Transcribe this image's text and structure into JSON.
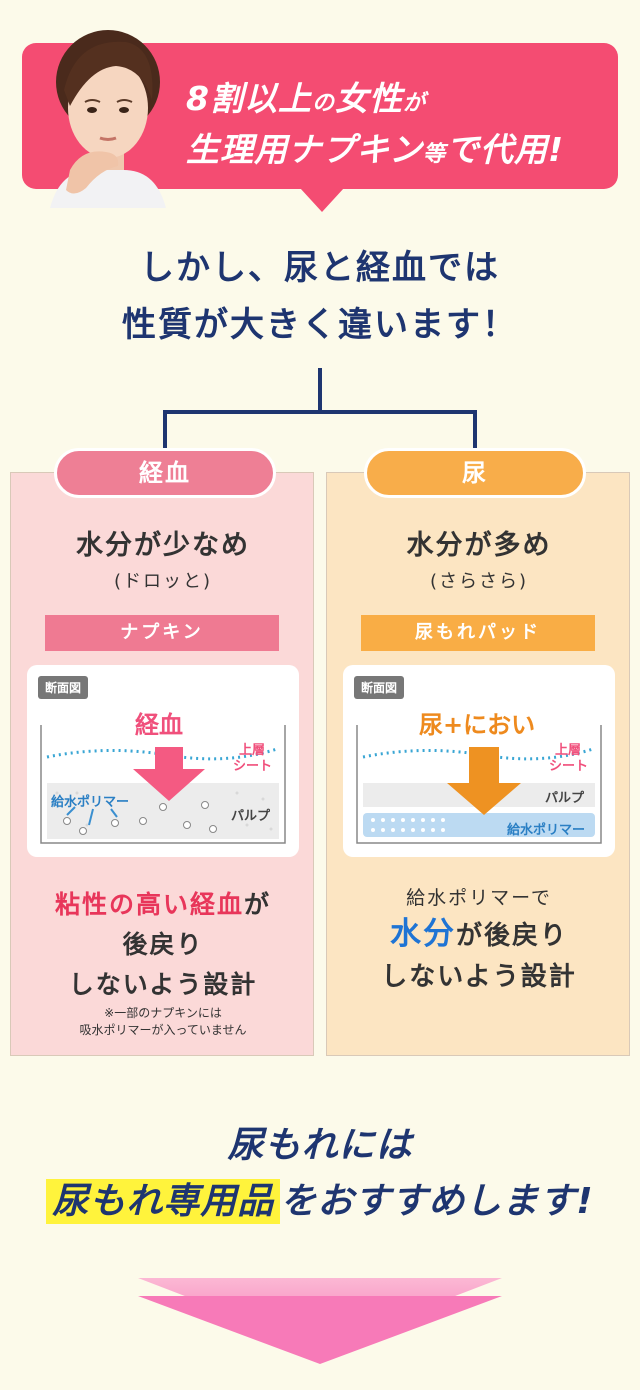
{
  "banner": {
    "line1_a": "8割以上",
    "line1_b": "の",
    "line1_c": "女性",
    "line1_d": "が",
    "line2_a": "生理用ナプキン",
    "line2_b": "等",
    "line2_c": "で代用!",
    "color": "#f44c72"
  },
  "headline": {
    "line1": "しかし、尿と経血では",
    "line2": "性質が大きく違います！"
  },
  "left": {
    "tag": "経血",
    "title": "水分が少なめ",
    "sub": "(ドロッと)",
    "band": "ナプキン",
    "diagram_badge": "断面図",
    "diagram_main": "経血",
    "diagram_top": "上層",
    "diagram_sheet": "シート",
    "diagram_polymer": "給水ポリマー",
    "diagram_pulp": "パルプ",
    "desc_a": "粘性の高い経血",
    "desc_b": "が",
    "desc_line2": "後戻り",
    "desc_line3": "しないよう設計",
    "note1": "※一部のナプキンには",
    "note2": "吸水ポリマーが入っていません",
    "color": "#ee7f95"
  },
  "right": {
    "tag": "尿",
    "title": "水分が多め",
    "sub": "(さらさら)",
    "band": "尿もれパッド",
    "diagram_badge": "断面図",
    "diagram_main": "尿+におい",
    "diagram_top": "上層",
    "diagram_sheet": "シート",
    "diagram_pulp": "パルプ",
    "diagram_polymer": "給水ポリマー",
    "desc_line1": "給水ポリマーで",
    "desc_a": "水分",
    "desc_b": "が後戻り",
    "desc_line3": "しないよう設計",
    "color": "#f8ad4a"
  },
  "bottom": {
    "line1": "尿もれには",
    "highlight": "尿もれ専用品",
    "rest": "をおすすめします!"
  }
}
